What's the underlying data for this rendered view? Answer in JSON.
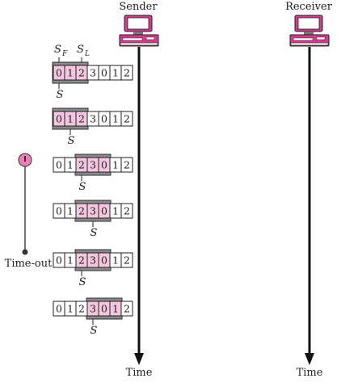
{
  "sender_label": "Sender",
  "receiver_label": "Receiver",
  "time_label": "Time",
  "timeout_label": "Time-out",
  "sf_label": "S",
  "sf_sub": "F",
  "sl_label": "S",
  "sl_sub": "L",
  "s_label": "S",
  "colors": {
    "window_fill": "#f4c6e0",
    "window_border": "#333333",
    "timer": "#ee7fb4",
    "computer_accent": "#d43b8c"
  },
  "rows": [
    {
      "cells": [
        "0",
        "1",
        "2",
        "3",
        "0",
        "1",
        "2"
      ],
      "window_start": 0,
      "window_end": 2,
      "s_index": 0,
      "sf_sl": true
    },
    {
      "cells": [
        "0",
        "1",
        "2",
        "3",
        "0",
        "1",
        "2"
      ],
      "window_start": 0,
      "window_end": 2,
      "s_index": 1
    },
    {
      "cells": [
        "0",
        "1",
        "2",
        "3",
        "0",
        "1",
        "2"
      ],
      "window_start": 2,
      "window_end": 4,
      "s_index": 2
    },
    {
      "cells": [
        "0",
        "1",
        "2",
        "3",
        "0",
        "1",
        "2"
      ],
      "window_start": 2,
      "window_end": 4,
      "s_index": 3
    },
    {
      "cells": [
        "0",
        "1",
        "2",
        "3",
        "0",
        "1",
        "2"
      ],
      "window_start": 2,
      "window_end": 4,
      "s_index": 2,
      "timeout": true
    },
    {
      "cells": [
        "0",
        "1",
        "2",
        "3",
        "0",
        "1",
        "2"
      ],
      "window_start": 3,
      "window_end": 5,
      "s_index": 3
    }
  ]
}
